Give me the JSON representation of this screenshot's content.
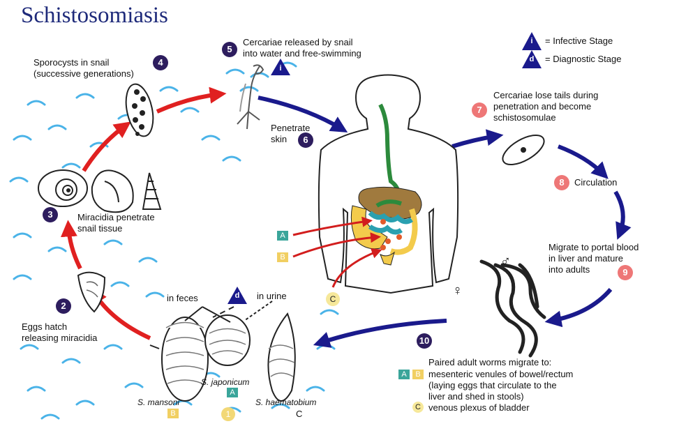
{
  "title": "Schistosomiasis",
  "legend": {
    "infective_glyph": "i",
    "infective": "= Infective Stage",
    "diagnostic_glyph": "d",
    "diagnostic": "= Diagnostic Stage"
  },
  "steps": {
    "s1_glyph": "1",
    "s2": "2",
    "s2_text": [
      "Eggs hatch",
      "releasing miracidia"
    ],
    "s3": "3",
    "s3_text": [
      "Miracidia penetrate",
      "snail tissue"
    ],
    "s4": "4",
    "s4_text": [
      "Sporocysts in snail",
      "(successive generations)"
    ],
    "s5": "5",
    "s5_text": [
      "Cercariae released by snail",
      "into water and free-swimming"
    ],
    "s6": "6",
    "s6_text": [
      "Penetrate",
      "skin"
    ],
    "s7": "7",
    "s7_text": [
      "Cercariae lose tails during",
      "penetration and become",
      "schistosomulae"
    ],
    "s8": "8",
    "s8_text": "Circulation",
    "s9": "9",
    "s9_text": [
      "Migrate to portal blood",
      "in liver and mature",
      "into adults"
    ],
    "s10": "10",
    "s10_text": [
      "Paired adult worms migrate to:",
      "mesenteric venules of bowel/rectum",
      "(laying eggs that circulate to the",
      "liver and shed in stools)",
      "venous plexus of bladder"
    ]
  },
  "eggs": {
    "feces": "in feces",
    "urine": "in urine",
    "diag_glyph": "d",
    "mansoni": "S. mansoni",
    "japonicum": "S. japonicum",
    "haematobium": "S. haematobium"
  },
  "sites": {
    "a": "A",
    "b": "B",
    "c": "C"
  },
  "sex": {
    "female": "♀",
    "male": "♂"
  },
  "colors": {
    "title": "#1e2a7a",
    "dark_step": "#2d1d5e",
    "pink_step": "#ee7777",
    "red_arrow": "#e02020",
    "blue_arrow": "#1a1a8c",
    "water": "#4ab3e8",
    "site_a": "#3aa59a",
    "site_b": "#f1cf62"
  }
}
